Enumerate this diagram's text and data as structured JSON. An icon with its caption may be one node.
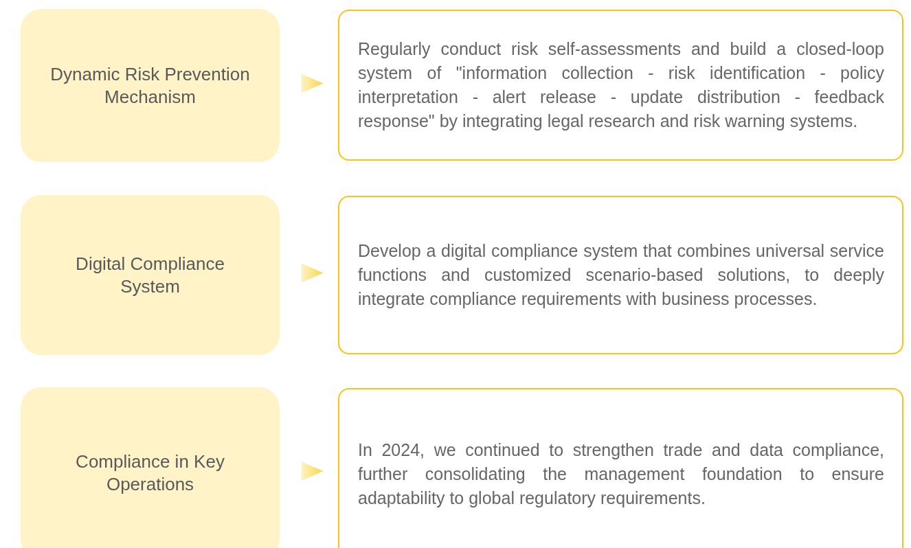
{
  "diagram": {
    "nodes": [
      {
        "text": [
          "Dynamic Risk Prevention Mechanism"
        ]
      },
      {
        "text": [
          "Regularly conduct risk self-assessments and build a closed-loop system of \"information collection - risk identification - policy interpretation - alert release - update distribution - feedback response\" by integrating legal research and risk warning systems."
        ]
      },
      {
        "text": [
          "Digital Compliance System"
        ]
      },
      {
        "text": [
          "Develop a digital compliance system that combines universal service functions and customized scenario-based solutions, to deeply integrate compliance requirements with business processes."
        ]
      },
      {
        "text": [
          "Compliance in Key Operations"
        ]
      },
      {
        "text": [
          "In 2024, we continued to strengthen trade and data compliance, further consolidating the management foundation to ensure adaptability to global regulatory requirements."
        ]
      }
    ],
    "edges": [
      {
        "from": 0,
        "to": 1,
        "arrow": "to"
      },
      {
        "from": 2,
        "to": 3,
        "arrow": "to"
      },
      {
        "from": 4,
        "to": 5,
        "arrow": "to"
      }
    ]
  }
}
